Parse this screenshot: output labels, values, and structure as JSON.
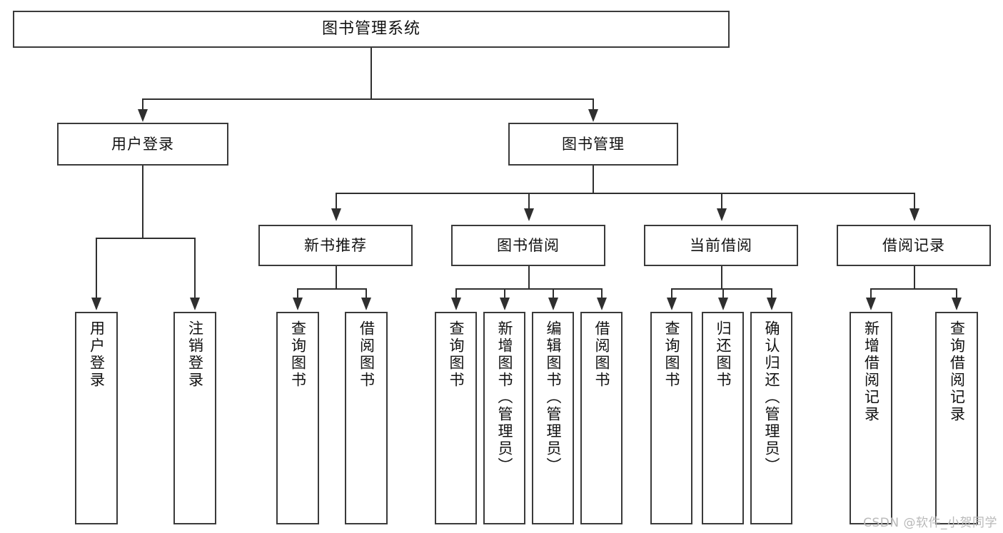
{
  "diagram": {
    "type": "tree",
    "title": "图书管理系统",
    "root": {
      "label": "图书管理系统"
    },
    "level2": [
      {
        "label": "用户登录"
      },
      {
        "label": "图书管理"
      }
    ],
    "level3": [
      {
        "label": "新书推荐"
      },
      {
        "label": "图书借阅"
      },
      {
        "label": "当前借阅"
      },
      {
        "label": "借阅记录"
      }
    ],
    "leaves": {
      "user_login": [
        {
          "label": "用户登录"
        },
        {
          "label": "注销登录"
        }
      ],
      "new_book_recommend": [
        {
          "label": "查询图书"
        },
        {
          "label": "借阅图书"
        }
      ],
      "book_borrow": [
        {
          "label": "查询图书"
        },
        {
          "label": "新增图书（管理员）"
        },
        {
          "label": "编辑图书（管理员）"
        },
        {
          "label": "借阅图书"
        }
      ],
      "current_borrow": [
        {
          "label": "查询图书"
        },
        {
          "label": "归还图书"
        },
        {
          "label": "确认归还（管理员）"
        }
      ],
      "borrow_record": [
        {
          "label": "新增借阅记录"
        },
        {
          "label": "查询借阅记录"
        }
      ]
    }
  },
  "watermark": {
    "text": "CSDN @软件_小贺同学"
  },
  "colors": {
    "box_border": "#3a3a3a",
    "line": "#2f2f2f",
    "text": "#111111",
    "background": "#ffffff",
    "watermark": "#b9b9b9"
  }
}
